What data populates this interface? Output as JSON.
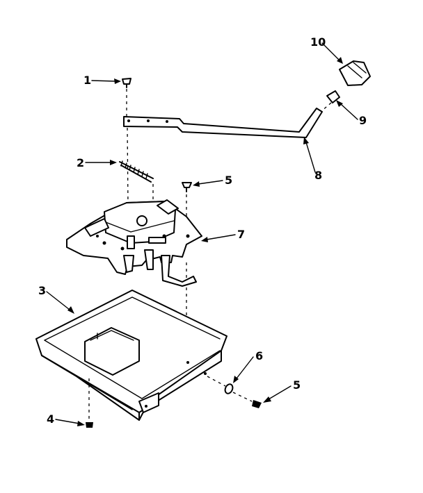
{
  "diagram": {
    "callouts": [
      {
        "id": "c1",
        "text": "1"
      },
      {
        "id": "c2",
        "text": "2"
      },
      {
        "id": "c3",
        "text": "3"
      },
      {
        "id": "c4",
        "text": "4"
      },
      {
        "id": "c5a",
        "text": "5"
      },
      {
        "id": "c5b",
        "text": "5"
      },
      {
        "id": "c6",
        "text": "6"
      },
      {
        "id": "c7",
        "text": "7"
      },
      {
        "id": "c8",
        "text": "8"
      },
      {
        "id": "c9",
        "text": "9"
      },
      {
        "id": "c10",
        "text": "10"
      }
    ]
  }
}
